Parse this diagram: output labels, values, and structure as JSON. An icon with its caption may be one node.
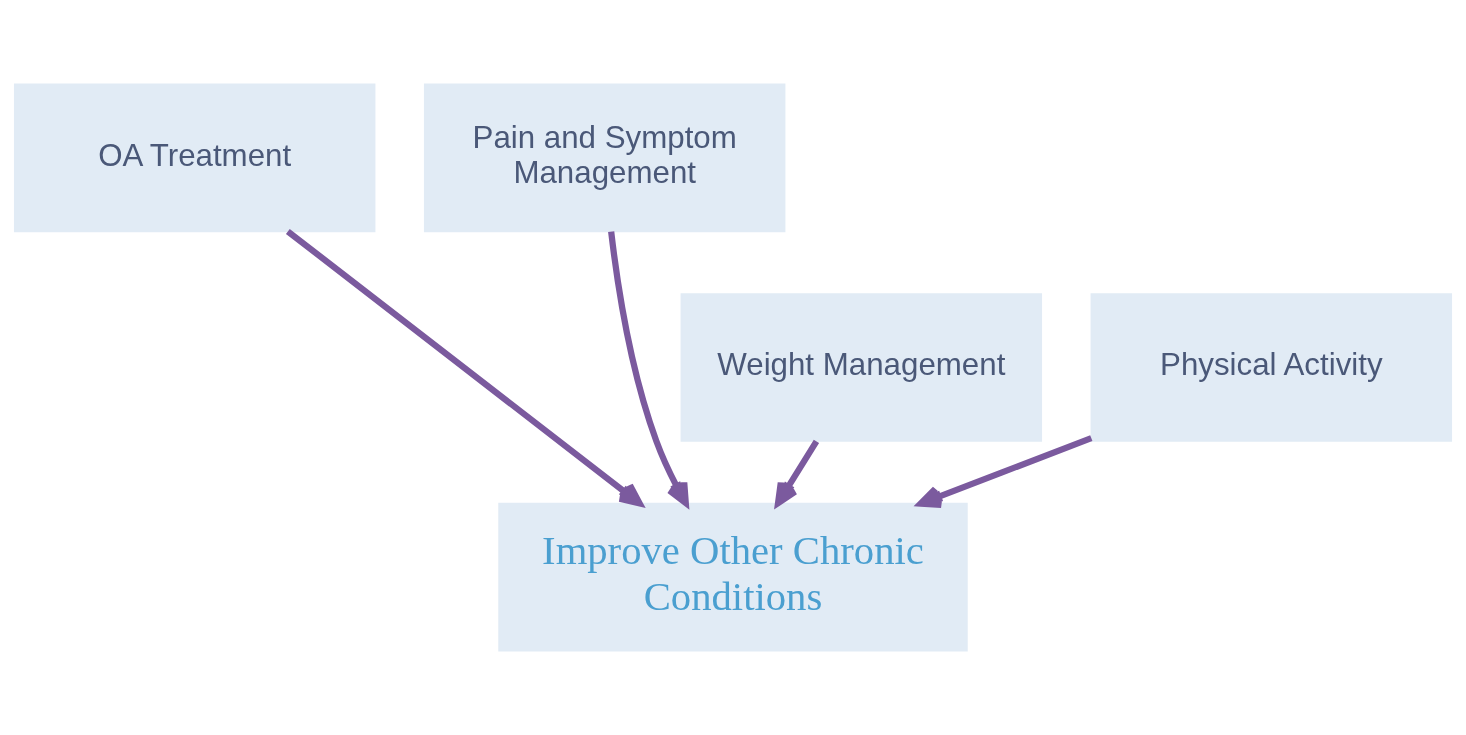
{
  "diagram": {
    "nodes": [
      {
        "text": [
          "OA Treatment"
        ]
      },
      {
        "text": [
          "Pain and Symptom Management"
        ]
      },
      {
        "text": [
          "Weight Management"
        ]
      },
      {
        "text": [
          "Physical Activity"
        ]
      },
      {
        "text": [
          "Improve Other Chronic Conditions"
        ]
      }
    ],
    "edges": [
      {
        "from": 2,
        "to": 4,
        "arrow": "to"
      },
      {
        "from": 0,
        "to": 4,
        "arrow": "to"
      },
      {
        "from": 1,
        "to": 4,
        "arrow": "to"
      },
      {
        "from": 3,
        "to": 4,
        "arrow": "to"
      }
    ]
  }
}
